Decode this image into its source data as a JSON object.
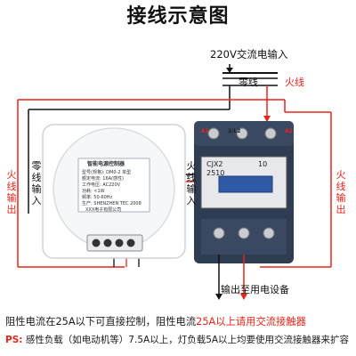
{
  "title": "接线示意图",
  "power_input": "220V交流电输入",
  "neutral_label": "零线",
  "live_label": "火线",
  "left_live_output": "火线输出",
  "neutral_input": "零线输入",
  "live_input": "火线输入",
  "right_live_output": "火线输出",
  "output_to_device": "输出至用电设备",
  "contactor": {
    "model": "CJX2",
    "number": "2510",
    "rating": "10",
    "terminal_a1": "A1",
    "terminal_a2": "A2",
    "terminal_l2": "3/L2"
  },
  "device_labels": [
    "智能电源控制器",
    "型号(规格): DM0-2 单型",
    "额定电流: 16A(感性)",
    "工作电压: AC220V",
    "功耗: <1W",
    "频率: 50-60Hz",
    "生产: SHENZHEN TEC 2008",
    "XXX电子有限公司"
  ],
  "notes": {
    "line1_part1": "阻性电流在25A以下可直接控制，阻性电流",
    "line1_highlight": "25A以上请用交流接触器",
    "line2_prefix": "PS:",
    "line2_text": "感性负载（如电动机等）7.5A以上，灯负载5A以上均要使用交流接触器来扩容"
  },
  "colors": {
    "live_wire": "#e8241a",
    "neutral_wire": "#111111",
    "contactor_body": "#2f3d52",
    "contactor_blue": "#2e5aa8"
  }
}
